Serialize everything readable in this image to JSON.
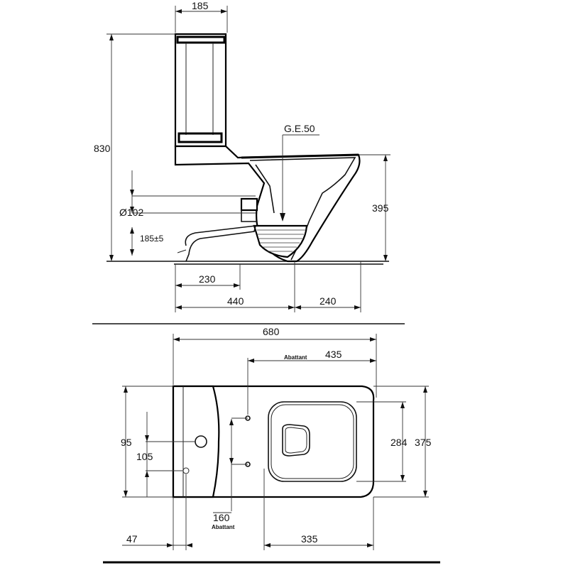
{
  "side_view": {
    "dim_tank_depth": "185",
    "dim_total_height": "830",
    "label_outlet": "G.E.50",
    "dim_bowl_height": "395",
    "dim_pipe_diameter": "Ø102",
    "dim_outlet_height": "185±5",
    "dim_outlet_setback": "230",
    "dim_rear_to_outlet": "440",
    "dim_outlet_to_front": "240"
  },
  "top_view": {
    "dim_total_length": "680",
    "label_abattant_top": "Abattant",
    "dim_seat_length": "435",
    "dim_hole_spacing": "95",
    "dim_hole_offset": "105",
    "dim_seat_width": "284",
    "dim_total_width": "375",
    "dim_fixing_distance": "160",
    "label_abattant_bottom": "Abattant",
    "dim_wall_offset": "47",
    "dim_bowl_front": "335"
  }
}
